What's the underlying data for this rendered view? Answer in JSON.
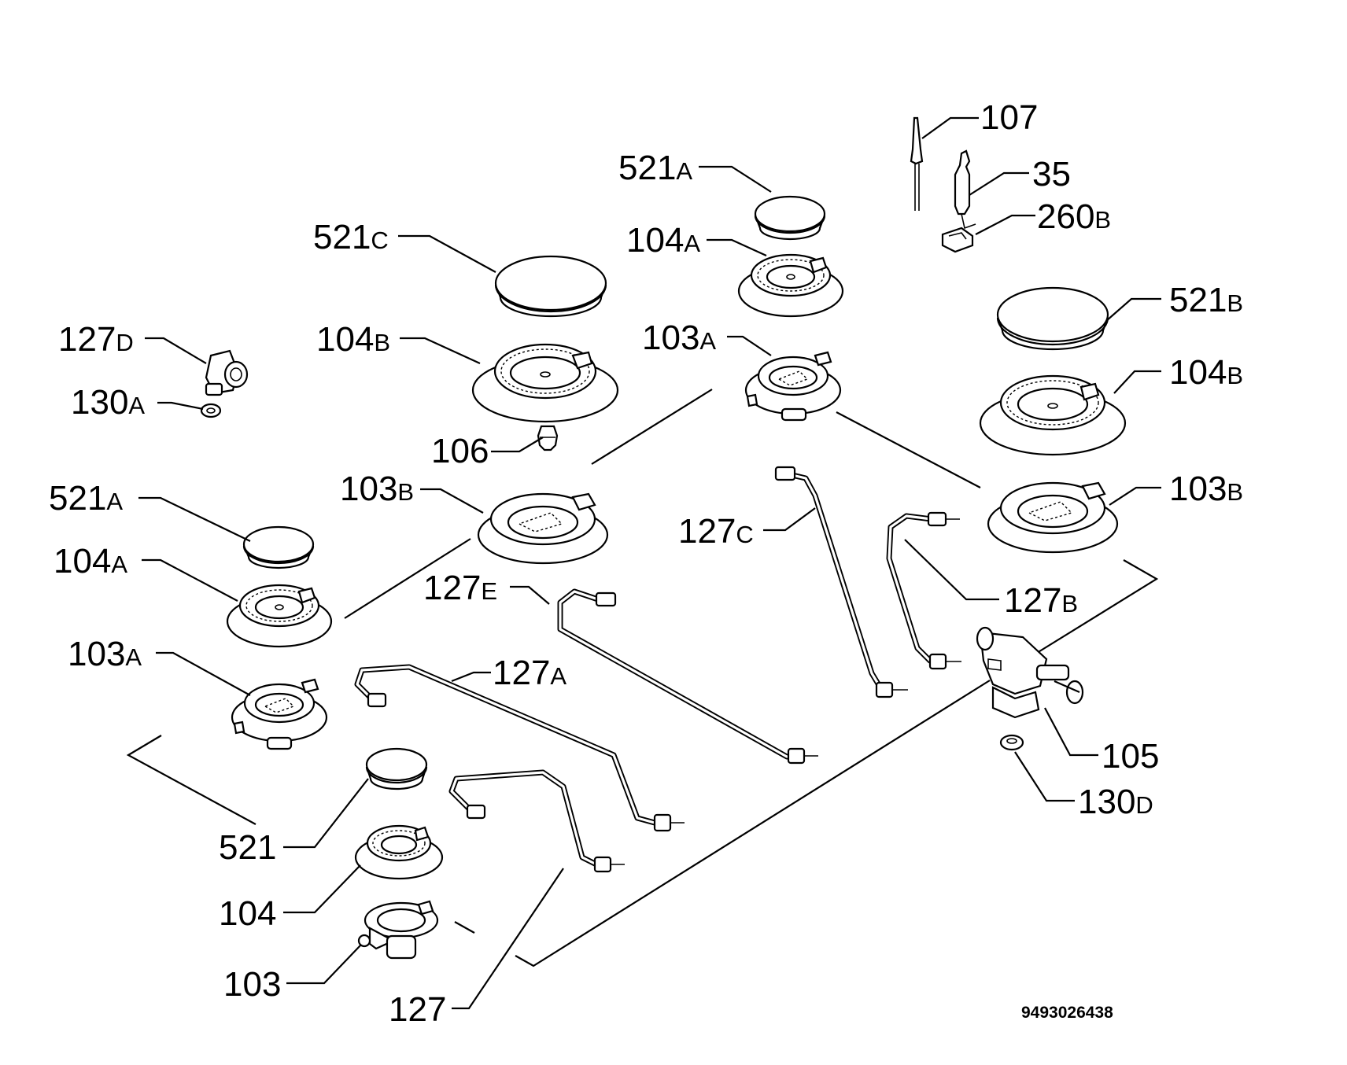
{
  "drawing_number": "9493026438",
  "labels": {
    "l107": {
      "num": "107",
      "sfx": ""
    },
    "l35": {
      "num": "35",
      "sfx": ""
    },
    "l260b": {
      "num": "260",
      "sfx": "B"
    },
    "l521a_top": {
      "num": "521",
      "sfx": "A"
    },
    "l104a_top": {
      "num": "104",
      "sfx": "A"
    },
    "l103a_top": {
      "num": "103",
      "sfx": "A"
    },
    "l521c": {
      "num": "521",
      "sfx": "C"
    },
    "l104b_left": {
      "num": "104",
      "sfx": "B"
    },
    "l106": {
      "num": "106",
      "sfx": ""
    },
    "l103b_left": {
      "num": "103",
      "sfx": "B"
    },
    "l127d": {
      "num": "127",
      "sfx": "D"
    },
    "l130a": {
      "num": "130",
      "sfx": "A"
    },
    "l521a_left": {
      "num": "521",
      "sfx": "A"
    },
    "l104a_left": {
      "num": "104",
      "sfx": "A"
    },
    "l103a_left": {
      "num": "103",
      "sfx": "A"
    },
    "l127e": {
      "num": "127",
      "sfx": "E"
    },
    "l127a": {
      "num": "127",
      "sfx": "A"
    },
    "l127c": {
      "num": "127",
      "sfx": "C"
    },
    "l521b": {
      "num": "521",
      "sfx": "B"
    },
    "l104b_right": {
      "num": "104",
      "sfx": "B"
    },
    "l103b_right": {
      "num": "103",
      "sfx": "B"
    },
    "l127b": {
      "num": "127",
      "sfx": "B"
    },
    "l105": {
      "num": "105",
      "sfx": ""
    },
    "l130d": {
      "num": "130",
      "sfx": "D"
    },
    "l521": {
      "num": "521",
      "sfx": ""
    },
    "l104": {
      "num": "104",
      "sfx": ""
    },
    "l103": {
      "num": "103",
      "sfx": ""
    },
    "l127": {
      "num": "127",
      "sfx": ""
    }
  }
}
